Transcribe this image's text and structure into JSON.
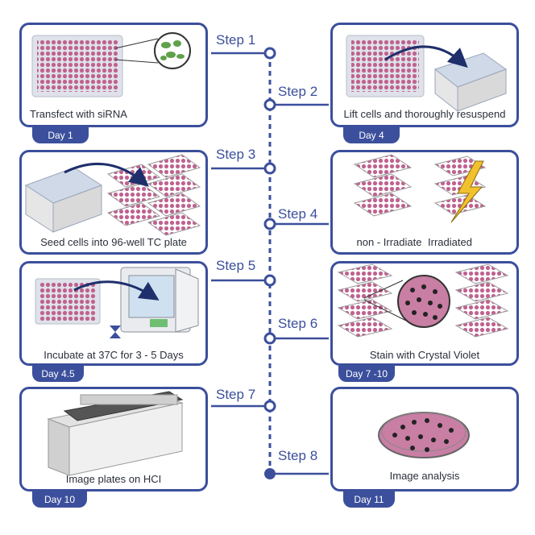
{
  "steps": [
    "Step 1",
    "Step 2",
    "Step 3",
    "Step 4",
    "Step 5",
    "Step 6",
    "Step 7",
    "Step 8"
  ],
  "cards": {
    "c1": {
      "caption": "Transfect with siRNA",
      "day": "Day 1"
    },
    "c2": {
      "caption": "Lift cells and thoroughly resuspend",
      "day": "Day 4"
    },
    "c3": {
      "caption": "Seed cells into 96-well TC plate"
    },
    "c4": {
      "label_left": "non - Irradiate",
      "label_right": "Irradiated"
    },
    "c5": {
      "caption": "Incubate at 37C for 3 - 5 Days",
      "day": "Day 4.5"
    },
    "c6": {
      "caption": "Stain with Crystal Violet",
      "day": "Day 7 -10"
    },
    "c7": {
      "caption": "Image plates on HCI",
      "day": "Day 10"
    },
    "c8": {
      "caption": "Image analysis",
      "day": "Day 11"
    }
  },
  "colors": {
    "frame": "#3b4f9c",
    "well": "#c0628f",
    "plate": "#dfe2ea",
    "lightning": "#f2c12e"
  },
  "icons": [
    "microscope-zoom-icon",
    "well-plate-icon",
    "incubator-icon",
    "hourglass-icon",
    "lightning-icon",
    "petri-dish-icon",
    "imager-icon"
  ]
}
